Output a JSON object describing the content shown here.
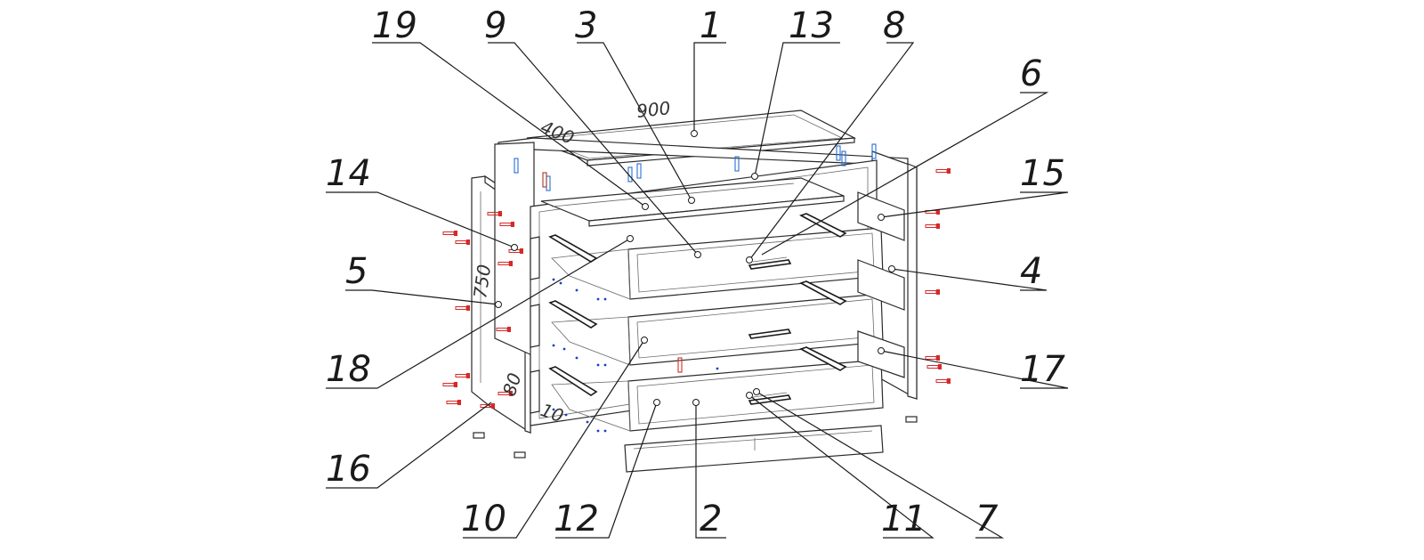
{
  "callouts": [
    {
      "n": "19"
    },
    {
      "n": "9"
    },
    {
      "n": "3"
    },
    {
      "n": "1"
    },
    {
      "n": "13"
    },
    {
      "n": "8"
    },
    {
      "n": "6"
    },
    {
      "n": "15"
    },
    {
      "n": "4"
    },
    {
      "n": "17"
    },
    {
      "n": "7"
    },
    {
      "n": "11"
    },
    {
      "n": "2"
    },
    {
      "n": "12"
    },
    {
      "n": "10"
    },
    {
      "n": "16"
    },
    {
      "n": "18"
    },
    {
      "n": "5"
    },
    {
      "n": "14"
    }
  ],
  "dimensions": {
    "width": "900",
    "depth": "400",
    "height": "750",
    "plinth": "80",
    "offset": "10"
  },
  "colors": {
    "line": "#1a1a1a",
    "fastener_red": "#d42a2a",
    "fastener_blue": "#2a6fd4",
    "dot_blue": "#1a3fbf"
  }
}
